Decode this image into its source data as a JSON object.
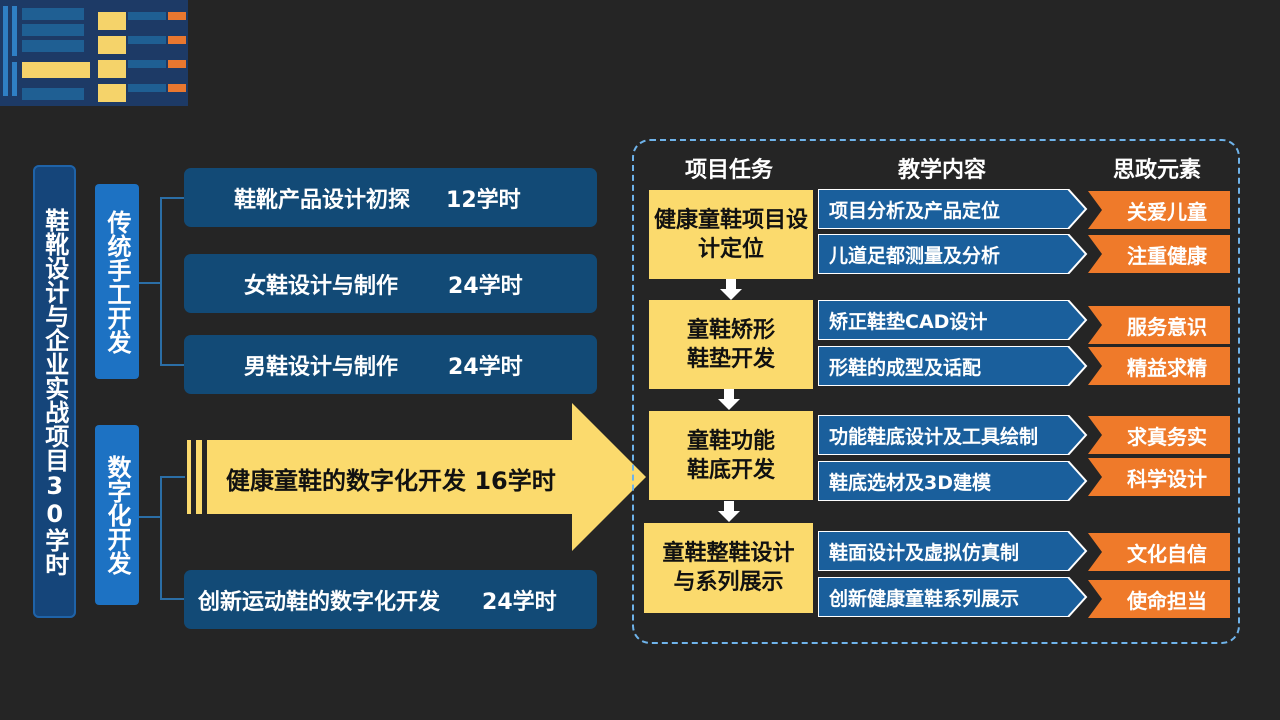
{
  "title": "鞋靴设计与企业实战项目30学时",
  "categories": [
    {
      "label": "传统手工开发"
    },
    {
      "label": "数字化开发"
    }
  ],
  "courses": [
    {
      "name": "鞋靴产品设计初探",
      "hours": "12学时"
    },
    {
      "name": "女鞋设计与制作",
      "hours": "24学时"
    },
    {
      "name": "男鞋设计与制作",
      "hours": "24学时"
    },
    {
      "name": "健康童鞋的数字化开发 16学时",
      "hours": ""
    },
    {
      "name": "创新运动鞋的数字化开发",
      "hours": "24学时"
    }
  ],
  "panel": {
    "headers": {
      "task": "项目任务",
      "content": "教学内容",
      "element": "思政元素"
    },
    "tasks": [
      {
        "label": "健康童鞋项目设计定位",
        "contents": [
          "项目分析及产品定位",
          "儿道足都测量及分析"
        ],
        "elements": [
          "关爱儿童",
          "注重健康"
        ]
      },
      {
        "label": "童鞋矫形鞋垫开发",
        "contents": [
          "矫正鞋垫CAD设计",
          "形鞋的成型及话配"
        ],
        "elements": [
          "服务意识",
          "精益求精"
        ]
      },
      {
        "label": "童鞋功能鞋底开发",
        "contents": [
          "功能鞋底设计及工具绘制",
          "鞋底选材及3D建模"
        ],
        "elements": [
          "求真务实",
          "科学设计"
        ]
      },
      {
        "label": "童鞋整鞋设计与系列展示",
        "contents": [
          "鞋面设计及虚拟仿真制",
          "创新健康童鞋系列展示"
        ],
        "elements": [
          "文化自信",
          "使命担当"
        ]
      }
    ]
  },
  "colors": {
    "background": "#252525",
    "dark_blue": "#124a76",
    "bright_blue": "#1d72c3",
    "yellow": "#fbda6d",
    "orange": "#ef7a2a",
    "content_blue": "#1a5f9c"
  }
}
